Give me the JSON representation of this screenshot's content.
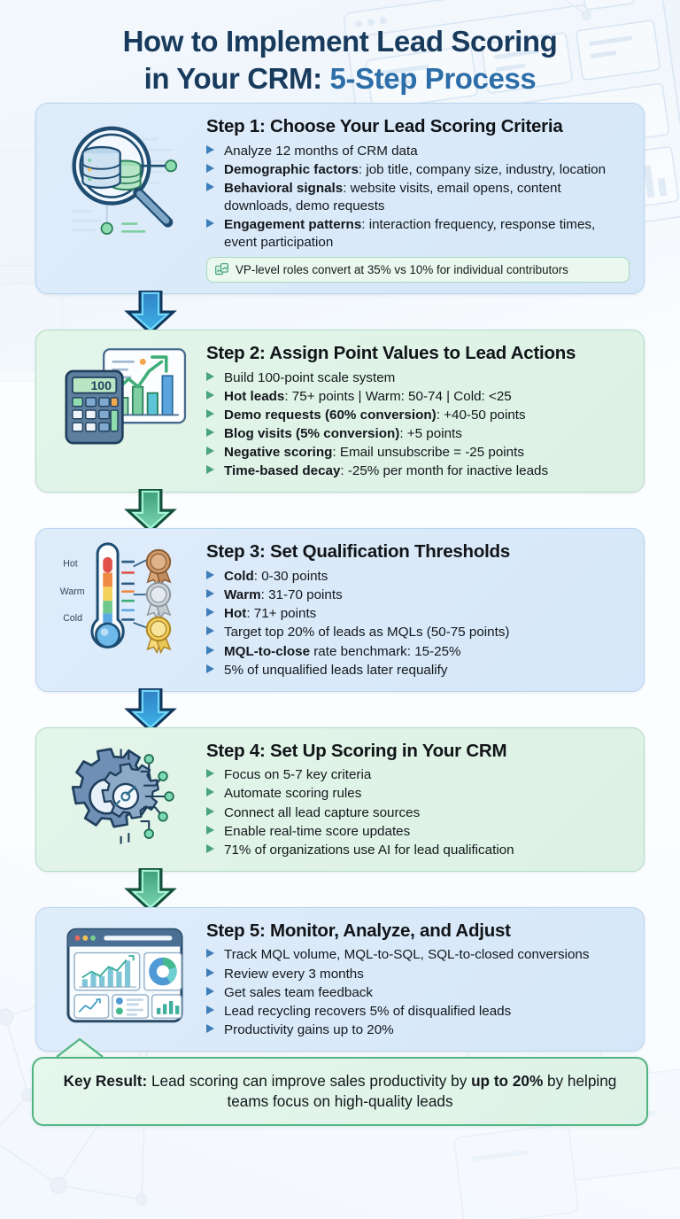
{
  "header": {
    "title_line1": "How to Implement Lead Scoring",
    "title_line2_plain": "in Your CRM: ",
    "title_line2_accent": "5-Step Process"
  },
  "colors": {
    "title": "#183a5c",
    "title_accent": "#2d6ea8",
    "card_blue_bg": "#dcebf9",
    "card_blue_border": "#b9d4ee",
    "card_green_bg": "#e2f4e9",
    "card_green_border": "#b4dcc4",
    "arrow_blue": "#1b5f9e",
    "arrow_green": "#2e8f6a",
    "bullet_blue": "#3e7fba",
    "bullet_green": "#4aa57e",
    "keyresult_border": "#53b583"
  },
  "steps": [
    {
      "theme": "blue",
      "icon": "magnifier-database-icon",
      "title": "Step 1: Choose Your Lead Scoring Criteria",
      "bullets": [
        {
          "bold": "",
          "text": "Analyze 12 months of CRM data"
        },
        {
          "bold": "Demographic factors",
          "text": ": job title, company size, industry, location"
        },
        {
          "bold": "Behavioral signals",
          "text": ": website visits, email opens, content downloads, demo requests"
        },
        {
          "bold": "Engagement patterns",
          "text": ": interaction frequency, response times, event participation"
        }
      ],
      "note": {
        "icon": "trend-chart-icon",
        "text": "VP-level roles convert at 35% vs 10% for individual contributors"
      }
    },
    {
      "theme": "green",
      "icon": "calculator-chart-icon",
      "title": "Step 2: Assign Point Values to Lead Actions",
      "bullets": [
        {
          "bold": "",
          "text": "Build 100-point scale system"
        },
        {
          "bold": "Hot leads",
          "text": ": 75+ points | Warm: 50-74 | Cold: <25"
        },
        {
          "bold": "Demo requests (60% conversion)",
          "text": ": +40-50 points"
        },
        {
          "bold": "Blog visits (5% conversion)",
          "text": ": +5 points"
        },
        {
          "bold": "Negative scoring",
          "text": ": Email unsubscribe = -25 points"
        },
        {
          "bold": "Time-based decay",
          "text": ": -25% per month for inactive leads"
        }
      ],
      "note": null
    },
    {
      "theme": "blue",
      "icon": "thermometer-medals-icon",
      "title": "Step 3: Set Qualification Thresholds",
      "bullets": [
        {
          "bold": "Cold",
          "text": ": 0-30 points"
        },
        {
          "bold": "Warm",
          "text": ": 31-70 points"
        },
        {
          "bold": "Hot",
          "text": ": 71+ points"
        },
        {
          "bold": "",
          "text": "Target top 20% of leads as MQLs (50-75 points)"
        },
        {
          "bold": "MQL-to-close",
          "text": " rate benchmark: 15-25%"
        },
        {
          "bold": "",
          "text": "5% of unqualified leads later requalify"
        }
      ],
      "note": null
    },
    {
      "theme": "green",
      "icon": "gear-circuit-icon",
      "title": "Step 4: Set Up Scoring in Your CRM",
      "bullets": [
        {
          "bold": "",
          "text": "Focus on 5-7 key criteria"
        },
        {
          "bold": "",
          "text": "Automate scoring rules"
        },
        {
          "bold": "",
          "text": "Connect all lead capture sources"
        },
        {
          "bold": "",
          "text": "Enable real-time score updates"
        },
        {
          "bold": "",
          "text": "71% of organizations use AI for lead qualification"
        }
      ],
      "note": null
    },
    {
      "theme": "blue",
      "icon": "dashboard-analytics-icon",
      "title": "Step 5: Monitor, Analyze, and Adjust",
      "bullets": [
        {
          "bold": "",
          "text": "Track MQL volume, MQL-to-SQL, SQL-to-closed conversions"
        },
        {
          "bold": "",
          "text": "Review every 3 months"
        },
        {
          "bold": "",
          "text": "Get sales team feedback"
        },
        {
          "bold": "",
          "text": "Lead recycling recovers 5% of disqualified leads"
        },
        {
          "bold": "",
          "text": "Productivity gains up to 20%"
        }
      ],
      "note": null
    }
  ],
  "connectors": [
    {
      "color": "blue"
    },
    {
      "color": "green"
    },
    {
      "color": "blue"
    },
    {
      "color": "green"
    }
  ],
  "key_result": {
    "label": "Key Result:",
    "text_part1": " Lead scoring can improve sales productivity by ",
    "emphasis": "up to 20%",
    "text_part2": " by helping teams focus on high-quality leads"
  },
  "icon_labels": {
    "thermometer_hot": "Hot",
    "thermometer_warm": "Warm",
    "thermometer_cold": "Cold",
    "calculator_display": "100"
  }
}
